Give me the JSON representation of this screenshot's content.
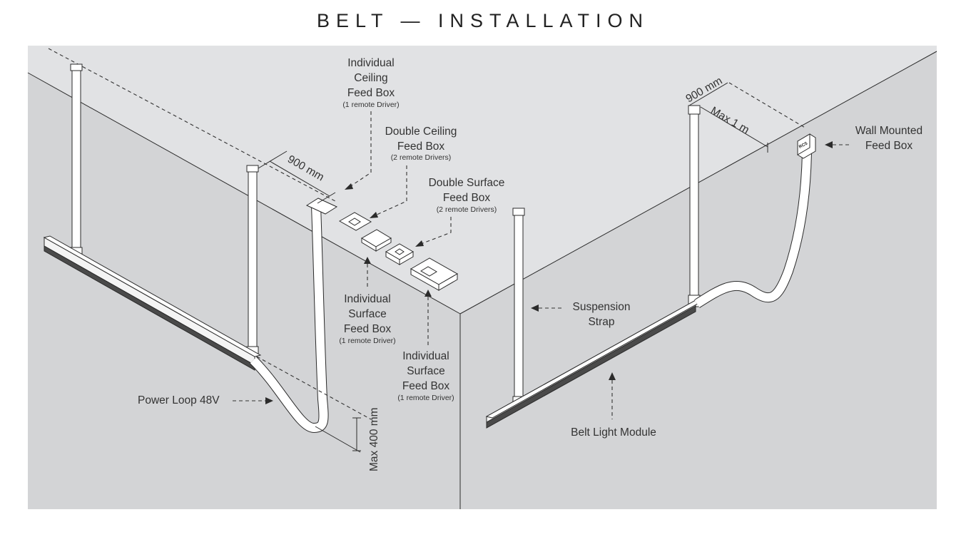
{
  "title": "BELT — INSTALLATION",
  "colors": {
    "wall": "#d3d4d6",
    "background": "#ffffff",
    "line": "#2b2b2b"
  },
  "labels": {
    "individual_ceiling": [
      "Individual",
      "Ceiling",
      "Feed Box"
    ],
    "individual_ceiling_sub": "(1 remote Driver)",
    "double_ceiling": [
      "Double Ceiling",
      "Feed Box"
    ],
    "double_ceiling_sub": "(2 remote Drivers)",
    "double_surface": [
      "Double Surface",
      "Feed Box"
    ],
    "double_surface_sub": "(2 remote Drivers)",
    "individual_surface_1": [
      "Individual",
      "Surface",
      "Feed Box"
    ],
    "individual_surface_1_sub": "(1 remote Driver)",
    "individual_surface_2": [
      "Individual",
      "Surface",
      "Feed Box"
    ],
    "individual_surface_2_sub": "(1 remote Driver)",
    "wall_mounted": [
      "Wall Mounted",
      "Feed Box"
    ],
    "suspension_strap": [
      "Suspension",
      "Strap"
    ],
    "belt_light_module": "Belt Light Module",
    "power_loop": "Power Loop 48V",
    "dim_900_left": "900 mm",
    "dim_900_right": "900 mm",
    "dim_max_1m": "Max 1 m",
    "dim_max_400": "Max 400 mm",
    "box_logo": "RCS"
  }
}
